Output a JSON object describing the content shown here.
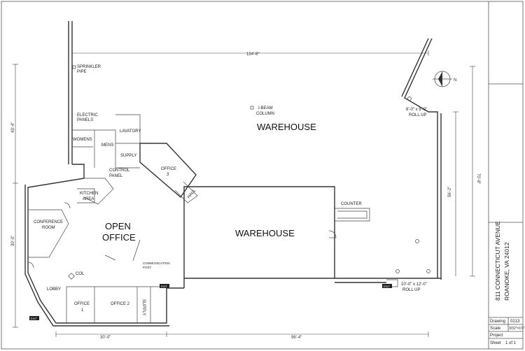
{
  "plan": {
    "rooms": {
      "warehouse_top": "WAREHOUSE",
      "warehouse_main": "WAREHOUSE",
      "open_office_1": "OPEN",
      "open_office_2": "OFFICE",
      "conference_1": "CONFERENCE",
      "conference_2": "ROOM",
      "kitchen_1": "KITCHEN",
      "kitchen_2": "AREA",
      "lobby": "LOBBY",
      "office1_1": "OFFICE",
      "office1_2": "1",
      "office2": "OFFICE 2",
      "office3_1": "OFFICE",
      "office3_2": "3",
      "supply_top": "SUPPLY",
      "supply_bottom": "SUPPLY",
      "hall": "HALL",
      "womens": "WOMENS",
      "mens": "MENS",
      "lavatory": "LAVATORY",
      "electric_1": "ELECTRIC",
      "electric_2": "PANELS",
      "control_1": "CONTROL",
      "control_2": "PANEL",
      "counter": "COUNTER",
      "col": "COL",
      "sprinkler_1": "SPRINKLER",
      "sprinkler_2": "PIPE",
      "ibeam_1": "I-BEAM",
      "ibeam_2": "COLUMN",
      "comm_1": "COMMUNICATION",
      "comm_2": "POST",
      "rollup_top_1": "8'-0\" x 9'-0\"",
      "rollup_top_2": "ROLL UP",
      "rollup_bot_1": "10'-0\" x 12'-0\"",
      "rollup_bot_2": "ROLL UP"
    },
    "exits": [
      "EXIT",
      "EXIT",
      "EXIT"
    ],
    "dimensions": {
      "top": "124'-8\"",
      "left_upper": "43'-4\"",
      "left_lower": "30'-0\"",
      "right_outer": "70'-8\"",
      "right_inner": "56'-2\"",
      "bottom_left": "30'-0\"",
      "bottom_right": "96'-4\""
    },
    "north_label": "N"
  },
  "title_block": {
    "address_1": "811 CONNECTICUT AVENUE",
    "address_2": "ROANOKE, VA 24012",
    "drawing_label": "Drawing",
    "drawing_value": "0213",
    "scale_label": "Scale",
    "scale_value": "3/32\"=1'0\"",
    "project_label": "Project",
    "sheet_label": "Sheet",
    "sheet_value": "1 of 1"
  }
}
